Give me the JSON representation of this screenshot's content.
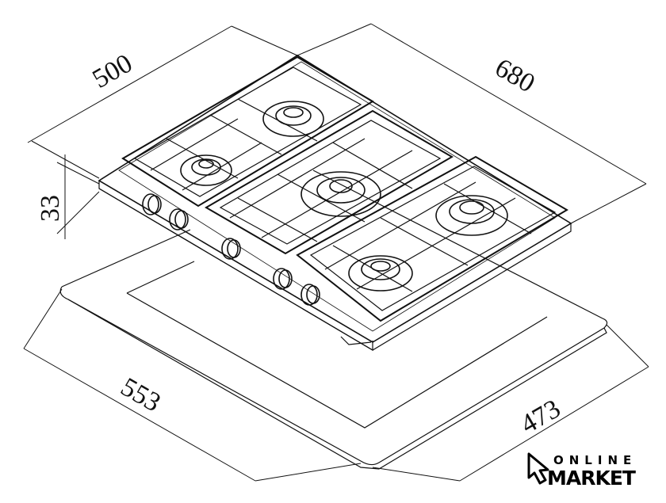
{
  "dimensions": {
    "hob_depth": "500",
    "hob_width": "680",
    "hob_height": "33",
    "cutout_width": "553",
    "cutout_depth": "473"
  },
  "logo": {
    "line1": "ONLINE",
    "line2": "MARKET",
    "icon": "cursor-arrow-icon"
  },
  "colors": {
    "line": "#111111",
    "background": "#ffffff"
  }
}
